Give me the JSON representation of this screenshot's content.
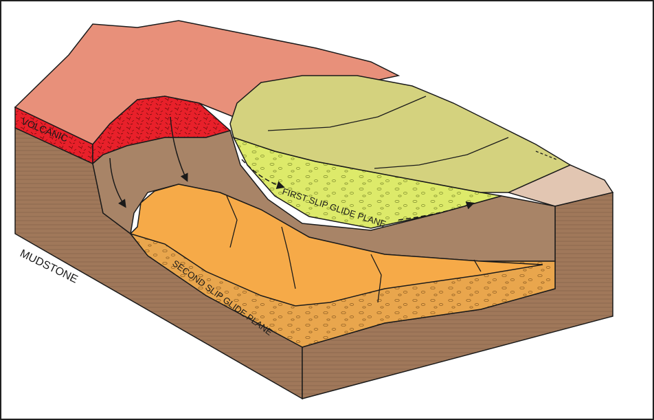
{
  "labels": {
    "volcanic": "VOLCANIC",
    "mudstone": "MUDSTONE",
    "first_slip": "FIRST SLIP GLIDE PLANE",
    "second_slip": "SECOND SLIP GLIDE PLANE"
  },
  "colors": {
    "volcanic_surface": "#E8907A",
    "volcanic_layer": "#E8202A",
    "mudstone": "#A0785A",
    "slump_brown": "#A88467",
    "first_slip_block": "#D4D27E",
    "first_slip_rubble": "#DDEA6A",
    "second_slip_block": "#F6AA48",
    "second_slip_rubble": "#E9A64D",
    "far_right_slope": "#E2C6B2",
    "frame": "#202020"
  }
}
